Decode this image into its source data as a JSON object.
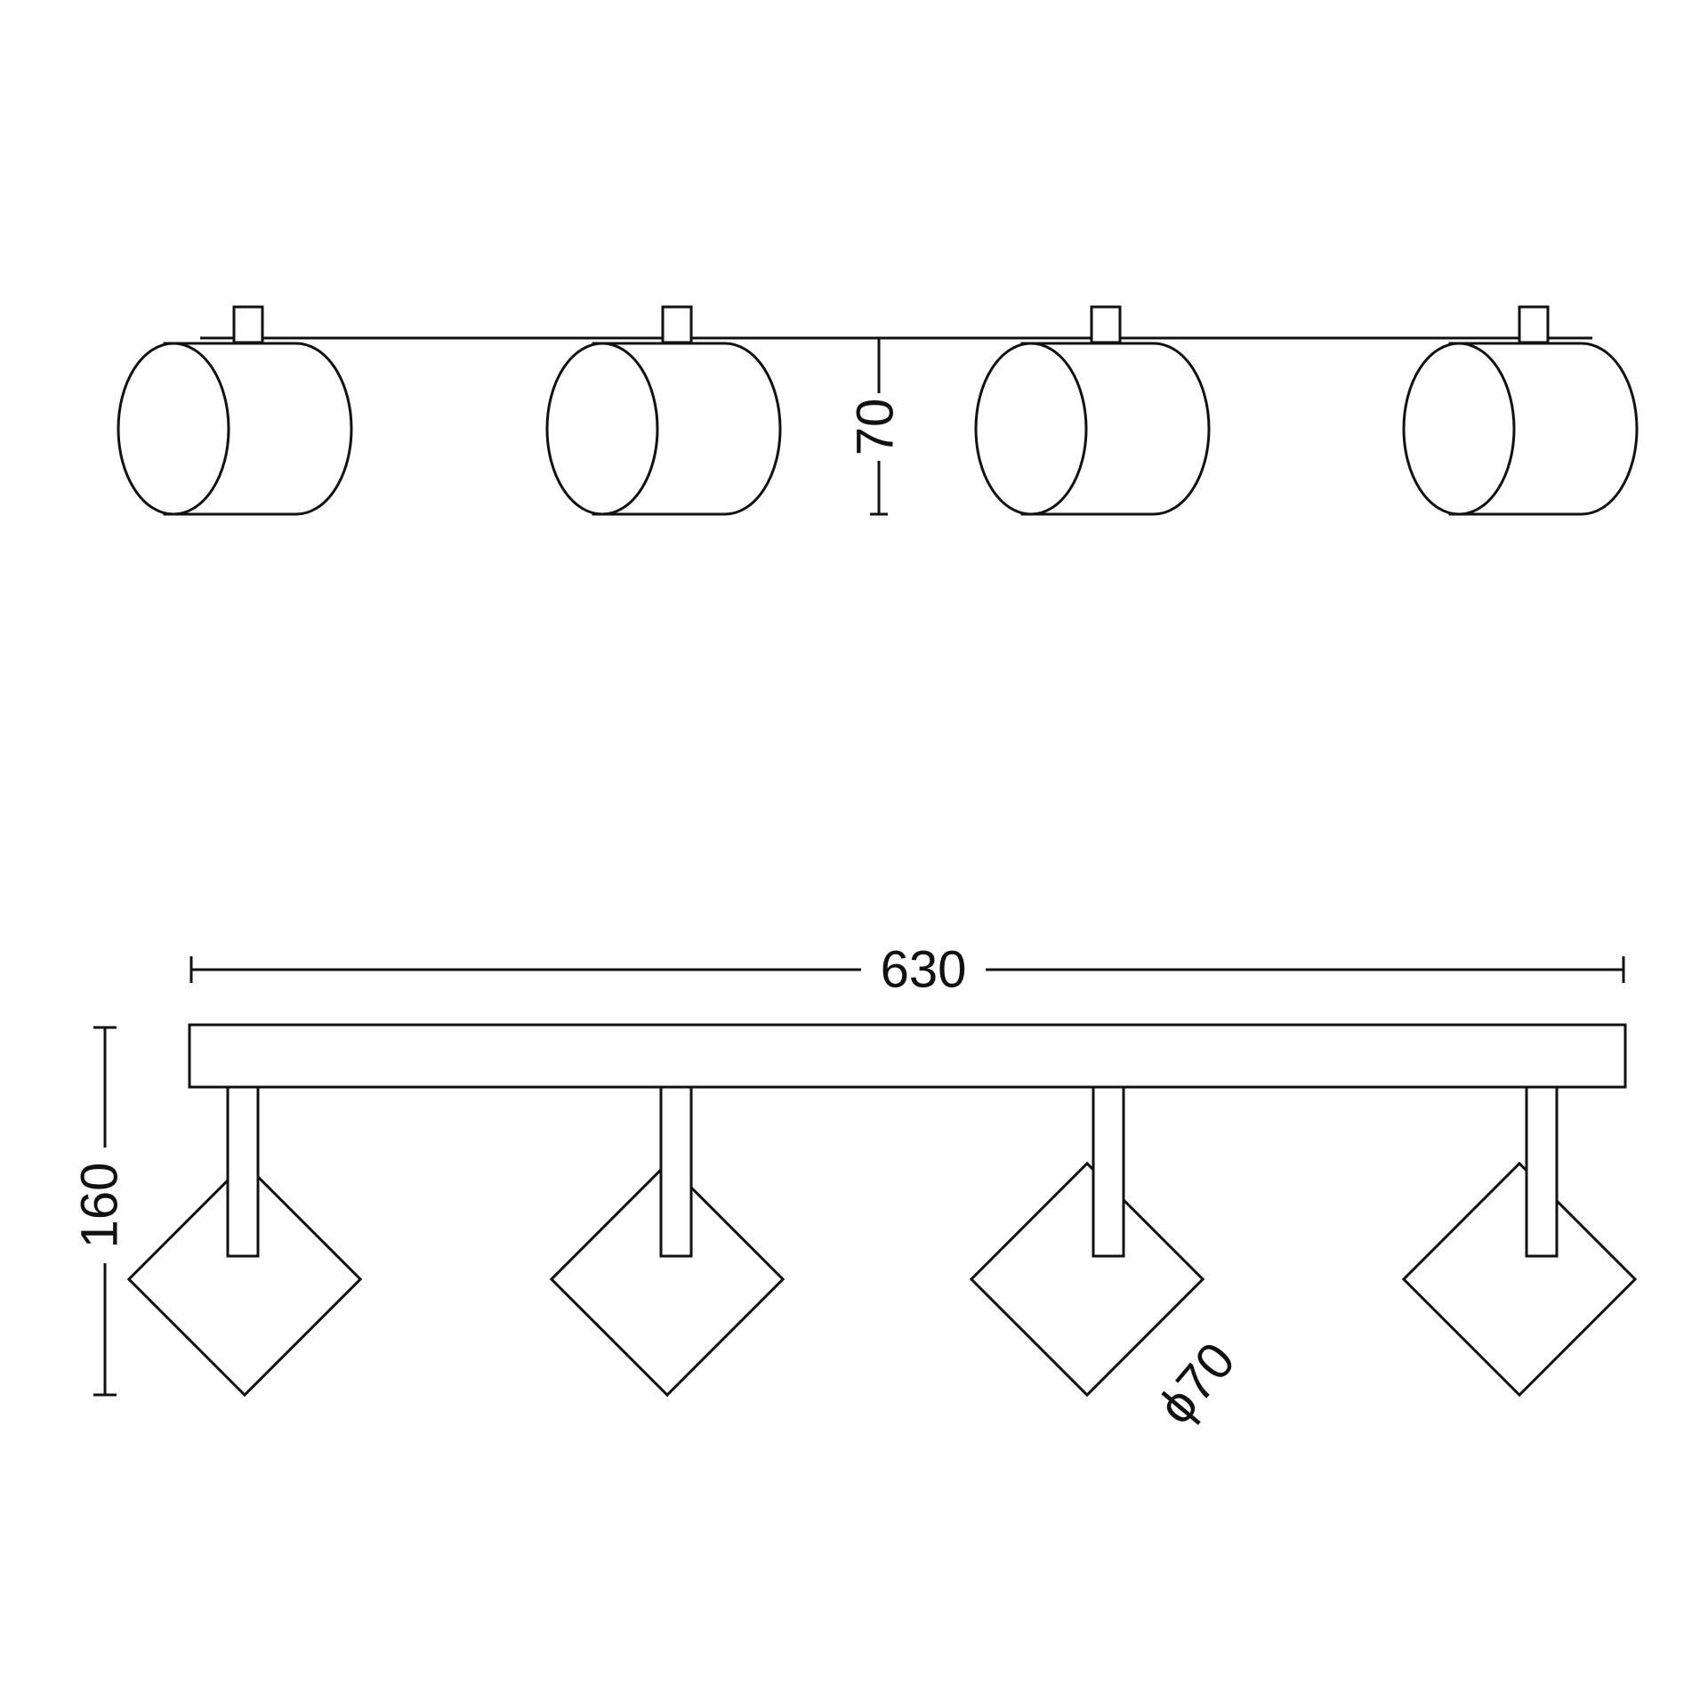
{
  "colors": {
    "line": "#111111",
    "background": "#ffffff"
  },
  "top_view": {
    "height_label": "70",
    "spot_count": 4
  },
  "front_view": {
    "width_label": "630",
    "height_label": "160",
    "diameter_label": "ϕ70",
    "spot_count": 4
  }
}
